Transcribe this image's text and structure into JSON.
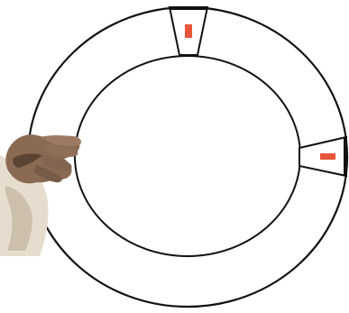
{
  "scene": {
    "background_color": "#ffffff",
    "stroke_color": "#111111",
    "marker_color": "#e8553a",
    "hand_skin_color": "#8a6a52",
    "hand_shadow_color": "#4e3a2c",
    "sleeve_color": "#e7ddcf",
    "sleeve_shadow_color": "#c9bba7"
  },
  "ring": {
    "outer_ellipse": "outer-boundary",
    "inner_ellipse": "inner-boundary"
  },
  "markers": [
    {
      "id": "top-marker",
      "orientation": "vertical"
    },
    {
      "id": "right-marker",
      "orientation": "horizontal"
    }
  ],
  "hand": {
    "icon": "reaching-hand-icon"
  }
}
